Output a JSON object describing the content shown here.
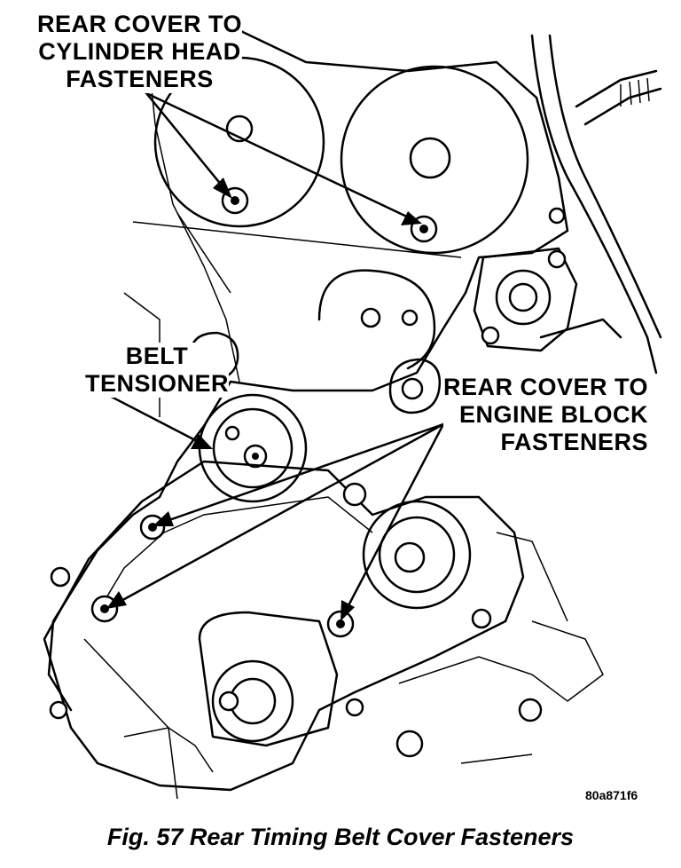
{
  "callouts": {
    "cylinder_head_fasteners": [
      "REAR COVER TO",
      "CYLINDER HEAD",
      "FASTENERS"
    ],
    "belt_tensioner": [
      "BELT",
      "TENSIONER"
    ],
    "engine_block_fasteners": [
      "REAR COVER TO",
      "ENGINE BLOCK",
      "FASTENERS"
    ]
  },
  "figure_code": "80a871f6",
  "caption": "Fig. 57 Rear Timing Belt Cover Fasteners"
}
